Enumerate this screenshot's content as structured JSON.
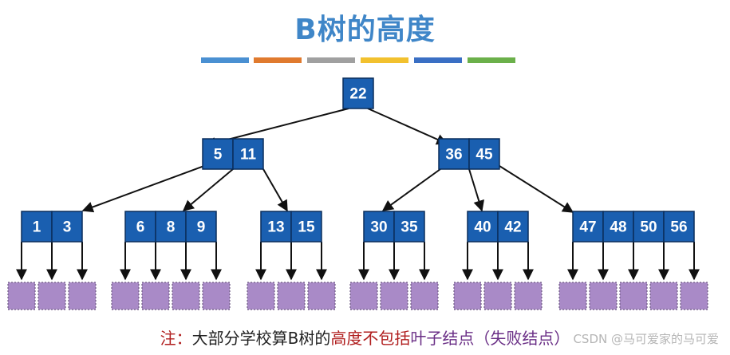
{
  "title": "B树的高度",
  "divider_colors": [
    "#4a90d2",
    "#e07a2e",
    "#a0a0a0",
    "#f2c12e",
    "#3a6fc4",
    "#6bb04a"
  ],
  "tree": {
    "root": [
      "22"
    ],
    "level2": [
      [
        "5",
        "11"
      ],
      [
        "36",
        "45"
      ]
    ],
    "level3": [
      [
        "1",
        "3"
      ],
      [
        "6",
        "8",
        "9"
      ],
      [
        "13",
        "15"
      ],
      [
        "30",
        "35"
      ],
      [
        "40",
        "42"
      ],
      [
        "47",
        "48",
        "50",
        "56"
      ]
    ]
  },
  "note": {
    "prefix": "注：",
    "part1": "大部分学校算B树的",
    "highlight1": "高度不包括",
    "highlight2": "叶子结点（失败结点）"
  },
  "watermark": "CSDN @马可爱家的马可爱",
  "colors": {
    "title": "#3f86c8",
    "node": "#1a5fb0",
    "leaf": "#a98ac7",
    "note_red": "#b01e1e",
    "note_purple": "#6a2f86"
  }
}
